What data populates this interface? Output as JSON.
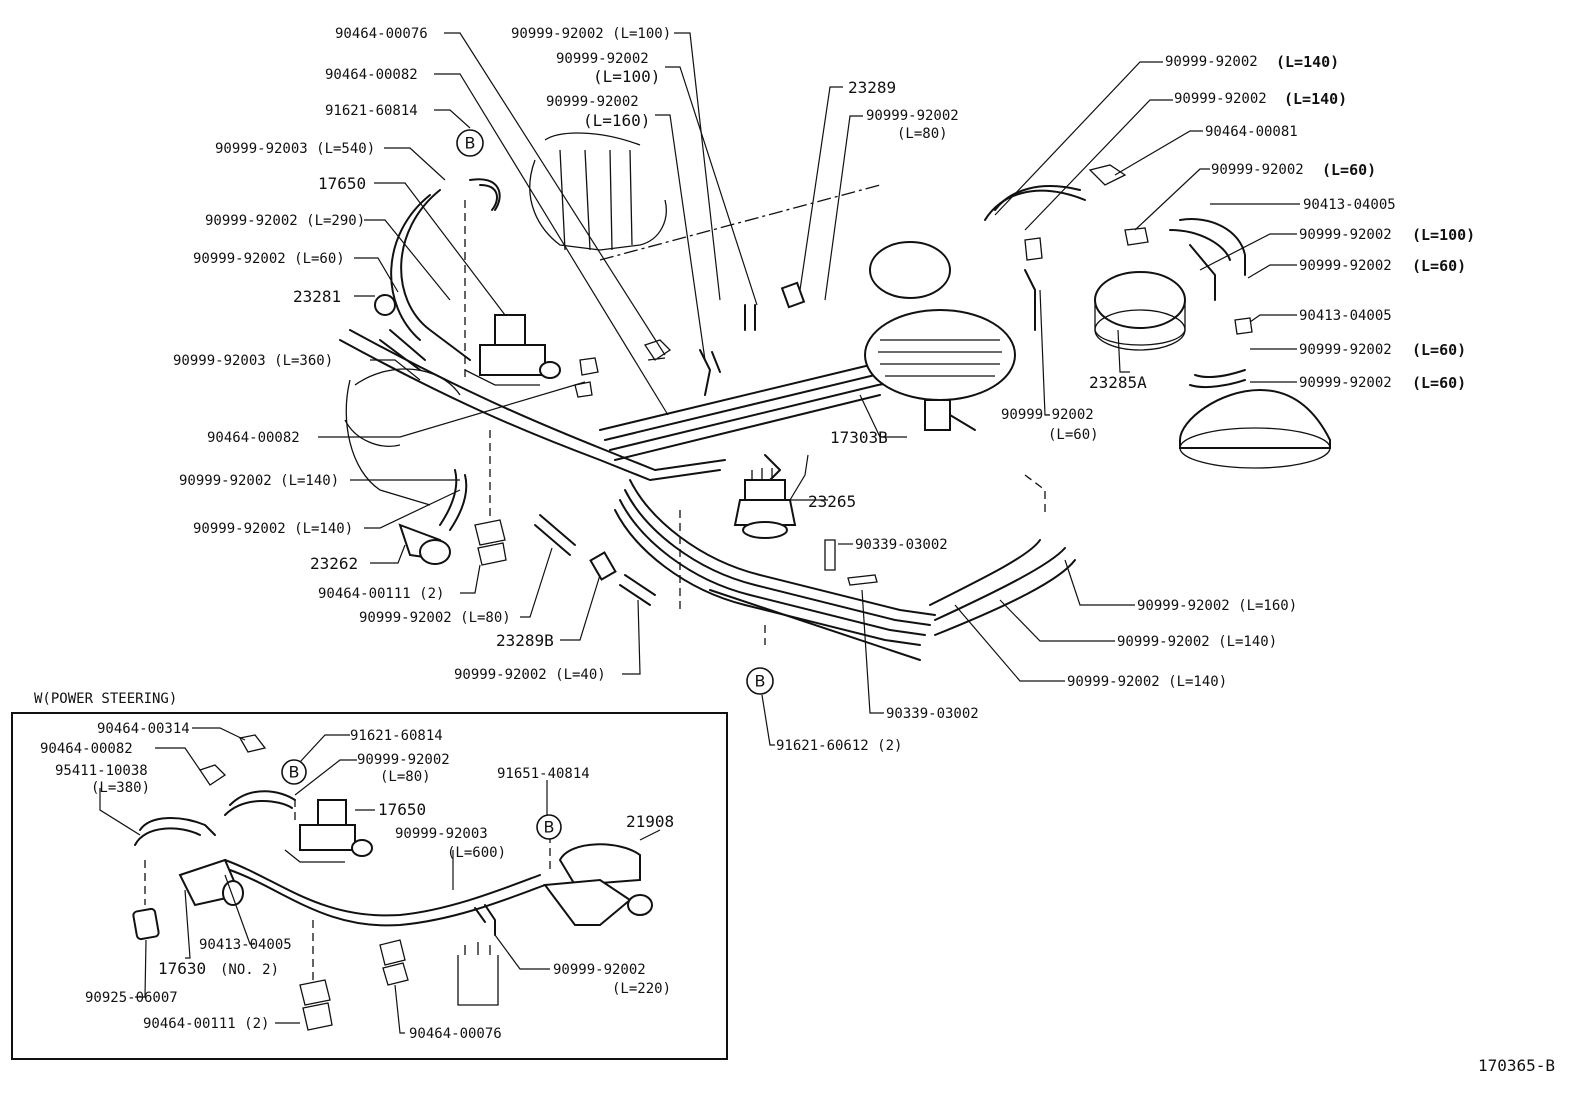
{
  "diagram_id": "170365-B",
  "section_title": "W(POWER STEERING)",
  "callout_letter": "B",
  "main_labels": [
    "90464-00076",
    "90464-00082",
    "91621-60814",
    "90999-92003 (L=540)",
    "17650",
    "90999-92002 (L=290)",
    "90999-92002 (L=60)",
    "23281",
    "90999-92003 (L=360)",
    "90464-00082",
    "90999-92002 (L=140)",
    "90999-92002 (L=140)",
    "23262",
    "90464-00111 (2)",
    "90999-92002 (L=80)",
    "23289B",
    "90999-92002 (L=40)",
    "90999-92002 (L=100)",
    "90999-92002",
    "(L=100)",
    "90999-92002",
    "(L=160)",
    "23289",
    "90999-92002",
    "(L=80)",
    "17303B",
    "23265",
    "90339-03002",
    "90339-03002",
    "91621-60612 (2)",
    "90999-92002 (L=160)",
    "90999-92002 (L=140)",
    "90999-92002 (L=140)",
    "90999-92002",
    "(L=60)",
    "23285A",
    "90999-92002",
    "(L=140)",
    "90999-92002",
    "(L=140)",
    "90464-00081",
    "90999-92002",
    "(L=60)",
    "90413-04005",
    "90999-92002",
    "(L=100)",
    "90999-92002",
    "(L=60)",
    "90413-04005",
    "90999-92002",
    "(L=60)",
    "90999-92002",
    "(L=60)"
  ],
  "inset_labels": [
    "90464-00314",
    "90464-00082",
    "95411-10038",
    "(L=380)",
    "91621-60814",
    "90999-92002",
    "(L=80)",
    "17650",
    "91651-40814",
    "21908",
    "90999-92003",
    "(L=600)",
    "90413-04005",
    "17630",
    "(NO. 2)",
    "90925-06007",
    "90464-00111 (2)",
    "90464-00076",
    "90999-92002",
    "(L=220)"
  ]
}
